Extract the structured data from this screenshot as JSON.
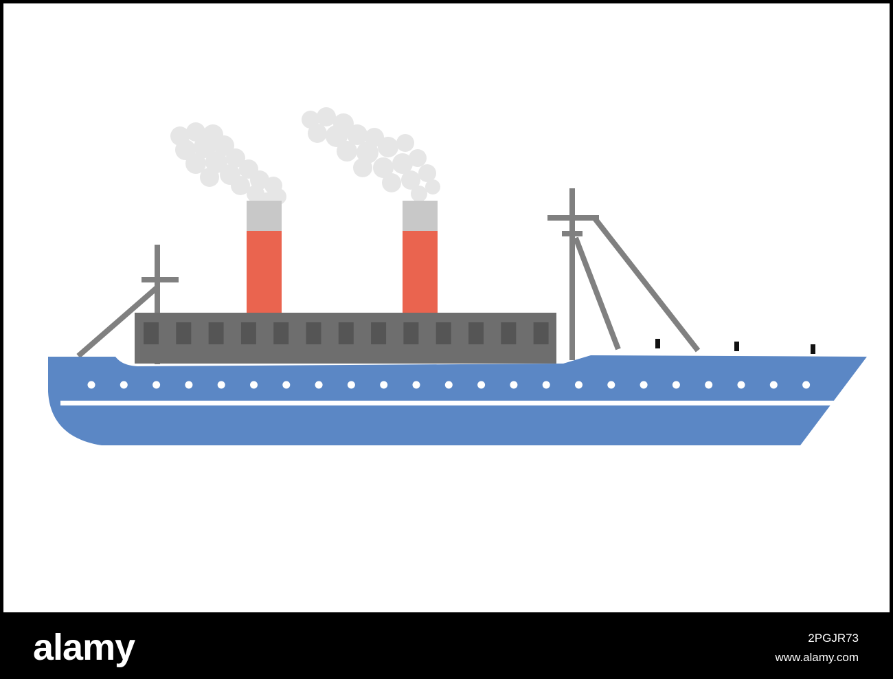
{
  "colors": {
    "background": "#ffffff",
    "border": "#000000",
    "hull": "#5b87c5",
    "hull_stripe": "#ffffff",
    "portholes": "#ffffff",
    "deckhouse": "#6e6e6e",
    "deckhouse_windows": "#555555",
    "funnel": "#ea644f",
    "funnel_top": "#c8c8c8",
    "mast": "#808080",
    "smoke": "#e6e6e6",
    "bollards": "#111111"
  },
  "footer": {
    "logo": "alamy",
    "image_id": "2PGJR73",
    "site_url": "www.alamy.com"
  }
}
